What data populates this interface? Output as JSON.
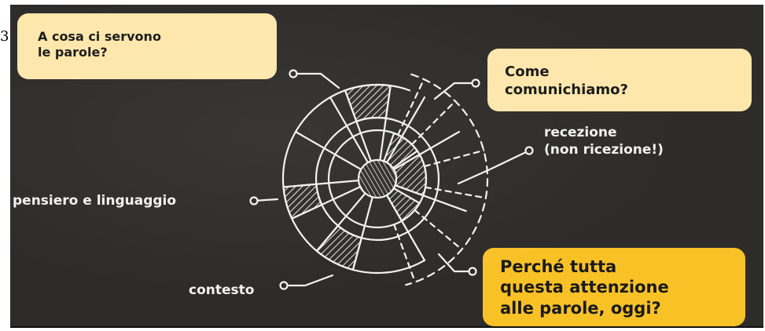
{
  "edge_number": "3",
  "questions": {
    "top_left": [
      "A cosa ci servono",
      "le parole?"
    ],
    "top_right": [
      "Come",
      "comunichiamo?"
    ],
    "bottom_right": [
      "Perché tutta",
      "questa attenzione",
      "alle parole, oggi?"
    ]
  },
  "labels": {
    "recezione": [
      "recezione",
      "(non ricezione!)"
    ],
    "pensiero": "pensiero e linguaggio",
    "contesto": "contesto"
  },
  "colors": {
    "board": "#2d2c2b",
    "chalk": "#f2f2f2",
    "bubble_light": "#fde7ab",
    "bubble_accent": "#f8c227"
  }
}
